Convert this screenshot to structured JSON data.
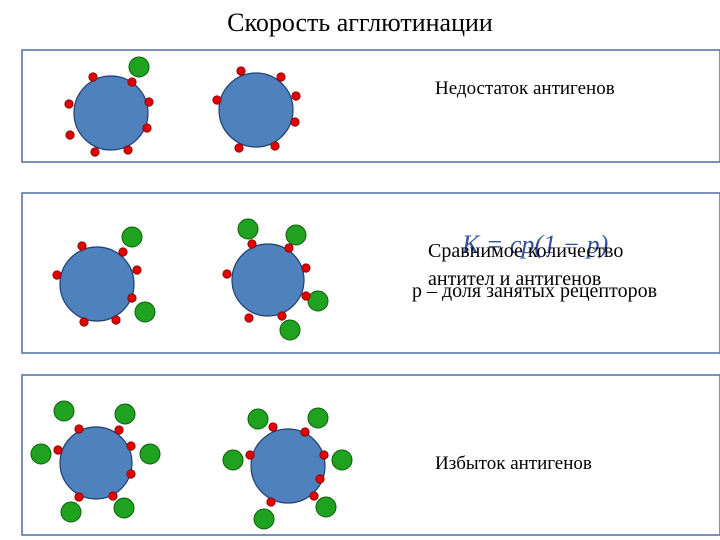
{
  "title": "Скорость агглютинации",
  "panels": [
    {
      "label": "Недостаток антигенов",
      "cells": [
        {
          "receptors": [
            "p",
            "p",
            "a",
            "p",
            "p",
            "p",
            "p",
            "p",
            "p"
          ]
        },
        {
          "receptors": [
            "p",
            "p",
            "p",
            "p",
            "p",
            "p",
            "p",
            "p"
          ]
        }
      ]
    },
    {
      "label_lines": [
        "Сравнимое количество",
        "антител и антигенов"
      ],
      "formula": "K = cp(1 − p)",
      "formula_note": "p – доля занятых рецепторов"
    },
    {
      "label": "Избыток антигенов"
    }
  ],
  "colors": {
    "cell_fill": "#4f81bd",
    "cell_stroke": "#1f3f6f",
    "receptor": "#e00000",
    "antigen": "#1fa21f",
    "antigen_stroke": "#0b5e0b",
    "frame": "#4f6fa0"
  }
}
